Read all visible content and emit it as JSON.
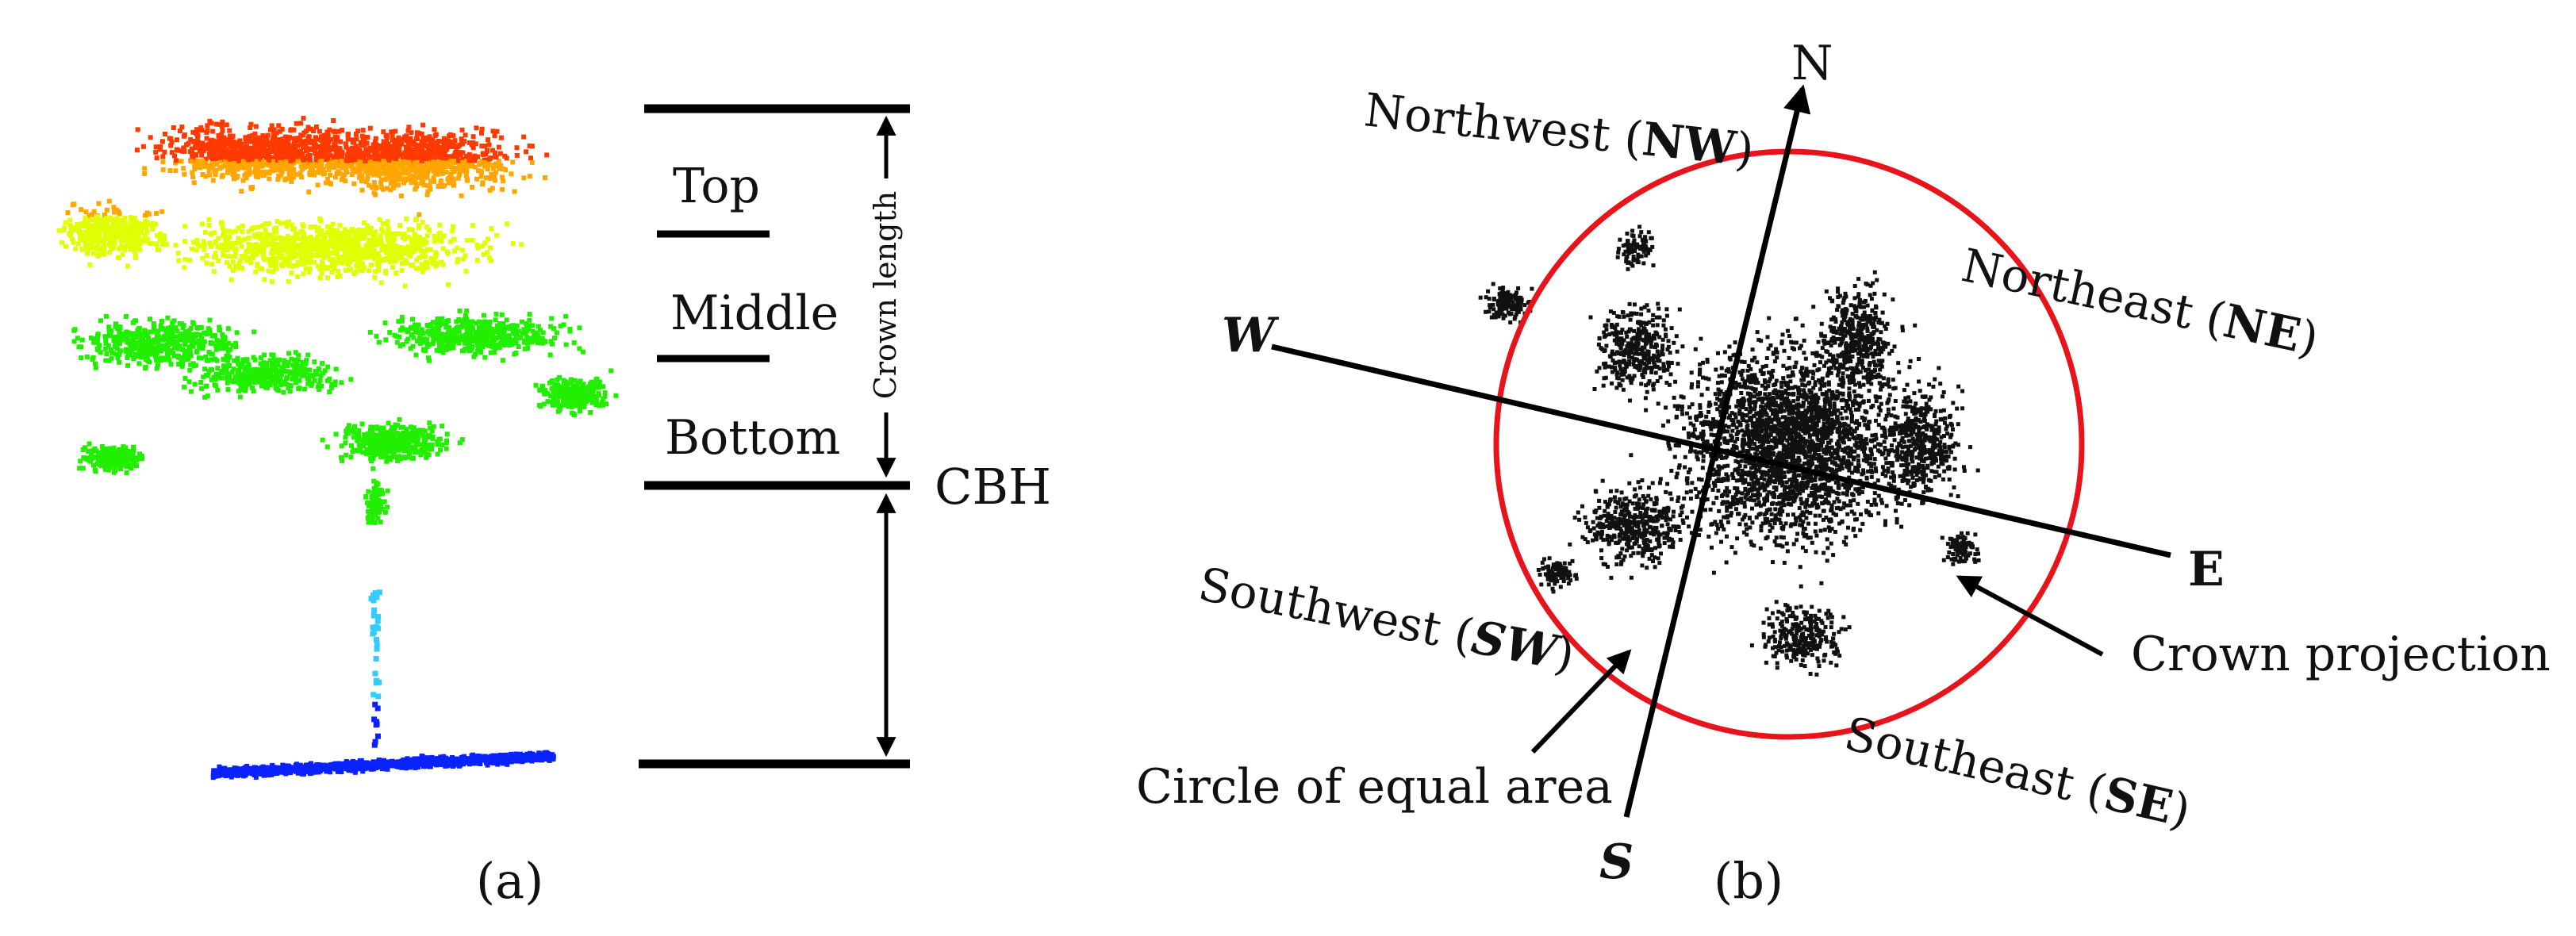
{
  "panel_a": {
    "caption": "(a)",
    "layers": {
      "top": "Top",
      "middle": "Middle",
      "bottom": "Bottom"
    },
    "crown_length_label": "Crown length",
    "cbh_label": "CBH",
    "colors": {
      "canopy_top": "#ff3a00",
      "canopy_upper": "#ffa600",
      "canopy_mid": "#e0ff00",
      "canopy_low": "#22ee00",
      "trunk": "#33ccff",
      "ground": "#0a22ff"
    }
  },
  "panel_b": {
    "caption": "(b)",
    "axes": {
      "north": "N",
      "south": "S",
      "east": "E",
      "west": "W"
    },
    "quadrants": {
      "nw": {
        "name": "Northwest (",
        "abbr": "NW",
        "close": ")"
      },
      "ne": {
        "name": "Northeast (",
        "abbr": "NE",
        "close": ")"
      },
      "sw": {
        "name": "Southwest (",
        "abbr": "SW",
        "close": ")"
      },
      "se": {
        "name": "Southeast (",
        "abbr": "SE",
        "close": ")"
      }
    },
    "annotations": {
      "crown_projection": "Crown projection",
      "circle_equal_area": "Circle of equal area"
    },
    "colors": {
      "circle": "#e8141b",
      "points": "#111111"
    }
  }
}
